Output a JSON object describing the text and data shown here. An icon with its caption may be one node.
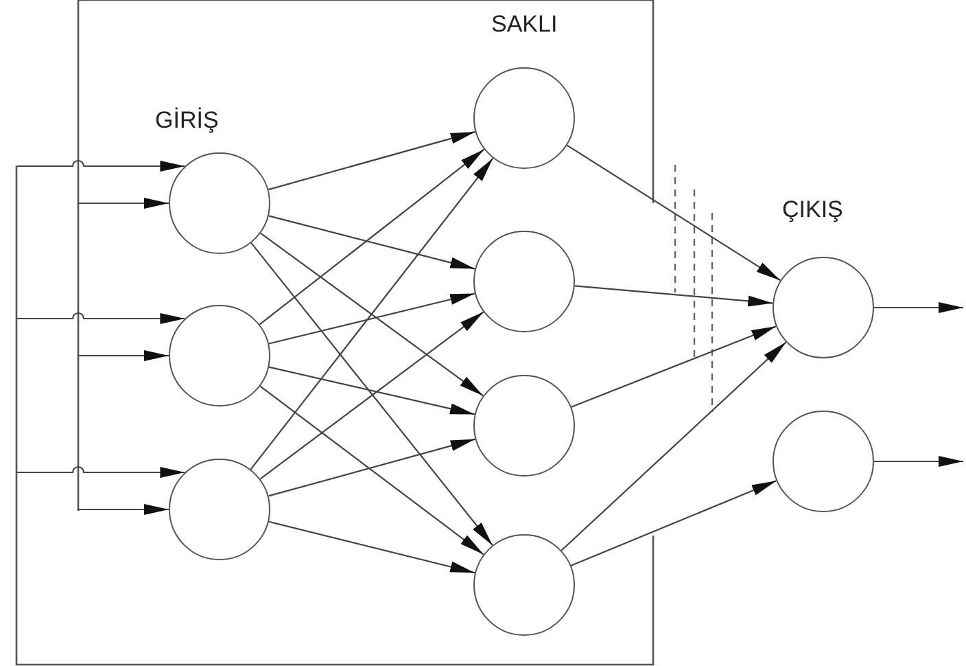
{
  "diagram": {
    "nodes": [
      {
        "text": [],
        "shape": "circle"
      },
      {
        "text": [],
        "shape": "circle"
      },
      {
        "text": [],
        "shape": "circle"
      },
      {
        "text": [],
        "shape": "circle"
      },
      {
        "text": [],
        "shape": "circle"
      },
      {
        "text": [],
        "shape": "circle"
      },
      {
        "text": [],
        "shape": "circle"
      },
      {
        "text": [],
        "shape": "circle"
      },
      {
        "text": [],
        "shape": "circle"
      }
    ],
    "edges": [
      {
        "from": null,
        "to": 0,
        "arrow": "to"
      },
      {
        "from": null,
        "to": 0,
        "arrow": "to"
      },
      {
        "from": null,
        "to": 1,
        "arrow": "to"
      },
      {
        "from": null,
        "to": 1,
        "arrow": "to"
      },
      {
        "from": null,
        "to": 2,
        "arrow": "to"
      },
      {
        "from": null,
        "to": 2,
        "arrow": "to"
      },
      {
        "from": 0,
        "to": 3,
        "arrow": "to"
      },
      {
        "from": 0,
        "to": 4,
        "arrow": "to"
      },
      {
        "from": 0,
        "to": 5,
        "arrow": "to"
      },
      {
        "from": 0,
        "to": 6,
        "arrow": "to"
      },
      {
        "from": 1,
        "to": 3,
        "arrow": "to"
      },
      {
        "from": 1,
        "to": 4,
        "arrow": "to"
      },
      {
        "from": 1,
        "to": 5,
        "arrow": "to"
      },
      {
        "from": 1,
        "to": 6,
        "arrow": "to"
      },
      {
        "from": 2,
        "to": 3,
        "arrow": "to"
      },
      {
        "from": 2,
        "to": 4,
        "arrow": "to"
      },
      {
        "from": 2,
        "to": 5,
        "arrow": "to"
      },
      {
        "from": 2,
        "to": 6,
        "arrow": "to"
      },
      {
        "from": 3,
        "to": 7,
        "arrow": "to"
      },
      {
        "from": 4,
        "to": 7,
        "arrow": "to"
      },
      {
        "from": 5,
        "to": 7,
        "arrow": "to"
      },
      {
        "from": 6,
        "to": 7,
        "arrow": "to"
      },
      {
        "from": 6,
        "to": 8,
        "arrow": "to"
      },
      {
        "from": 7,
        "to": null,
        "arrow": "to"
      },
      {
        "from": 8,
        "to": null,
        "arrow": "to"
      }
    ],
    "labels": [
      "GİRİŞ",
      "SAKLI",
      "ÇIKIŞ"
    ]
  }
}
